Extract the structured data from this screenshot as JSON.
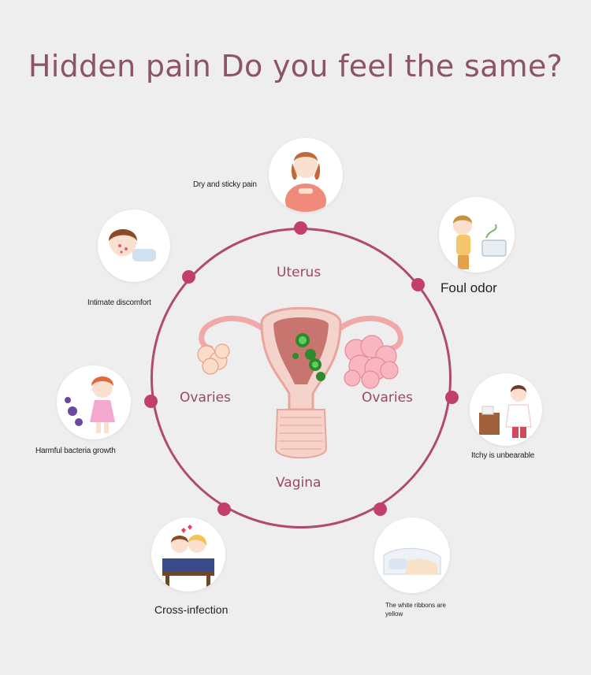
{
  "title": "Hidden pain Do you feel the same?",
  "symptoms": {
    "dry_sticky": "Dry and sticky pain",
    "foul_odor": "Foul odor",
    "intimate_discomfort": "Intimate discomfort",
    "itchy": "Itchy is unbearable",
    "bacteria": "Harmful bacteria growth",
    "cross_infection": "Cross-infection",
    "white_ribbons": "The white ribbons are yellow"
  },
  "anatomy": {
    "uterus": "Uterus",
    "ovaries_left": "Ovaries",
    "ovaries_right": "Ovaries",
    "vagina": "Vagina"
  },
  "colors": {
    "title": "#8c5468",
    "ring": "#b04a6e",
    "dot": "#c23f6c",
    "organ_label": "#9a4868"
  }
}
